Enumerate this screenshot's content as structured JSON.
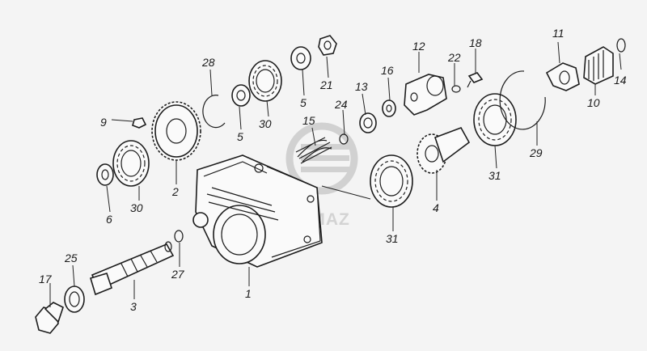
{
  "watermark": {
    "brand_text": "KAMAZ",
    "color": "#bdbdbd"
  },
  "labels": {
    "p1": "1",
    "p2": "2",
    "p3": "3",
    "p4": "4",
    "p5a": "5",
    "p5b": "5",
    "p6": "6",
    "p9": "9",
    "p10": "10",
    "p11": "11",
    "p12": "12",
    "p13": "13",
    "p14": "14",
    "p15": "15",
    "p16": "16",
    "p17": "17",
    "p18": "18",
    "p21": "21",
    "p22": "22",
    "p24": "24",
    "p25": "25",
    "p27": "27",
    "p28": "28",
    "p29": "29",
    "p30a": "30",
    "p30b": "30",
    "p31a": "31",
    "p31b": "31"
  }
}
